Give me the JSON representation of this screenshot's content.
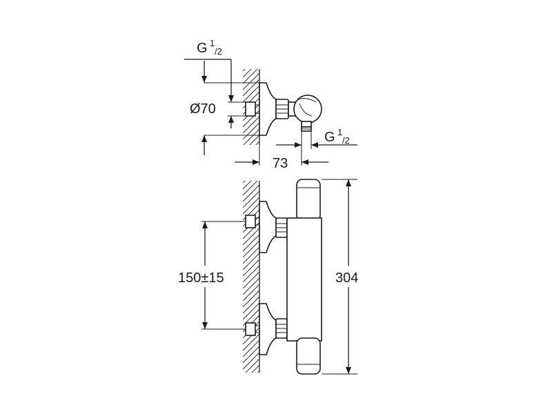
{
  "labels": {
    "thread_top": "G",
    "thread_top_frac_num": "1",
    "thread_top_frac_den": "/2",
    "diameter": "Ø70",
    "thread_outlet": "G",
    "thread_outlet_frac_num": "1",
    "thread_outlet_frac_den": "/2",
    "projection": "73",
    "centers": "150±15",
    "height": "304"
  }
}
